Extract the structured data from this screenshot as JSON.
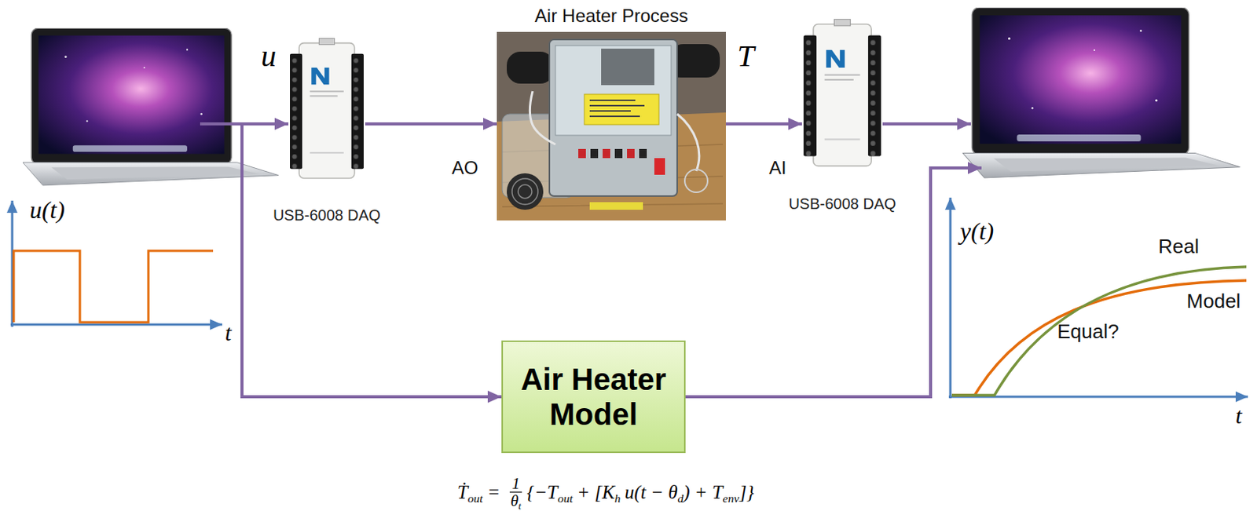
{
  "diagram": {
    "nodes": [
      {
        "text": [
          "USB-6008 DAQ"
        ]
      },
      {
        "text": [
          "Air Heater Process"
        ]
      },
      {
        "text": [
          "USB-6008 DAQ"
        ]
      },
      {
        "text": [
          "Air Heater Model"
        ]
      }
    ],
    "edges": [
      {
        "from": 0,
        "to": 1,
        "arrow": "to",
        "label": "AO"
      },
      {
        "from": 1,
        "to": 2,
        "arrow": "to",
        "label": "T"
      }
    ],
    "labels": [
      "u",
      "u(t)",
      "t",
      "y(t)",
      "t",
      "Real",
      "Model",
      "Equal?",
      "AI",
      "Ṫ",
      "out",
      "=",
      "1",
      "θ",
      "t",
      "{−T",
      "out",
      "+ [K",
      "h",
      "u(t − θ",
      "d",
      ") + T",
      "env",
      "]}"
    ]
  }
}
